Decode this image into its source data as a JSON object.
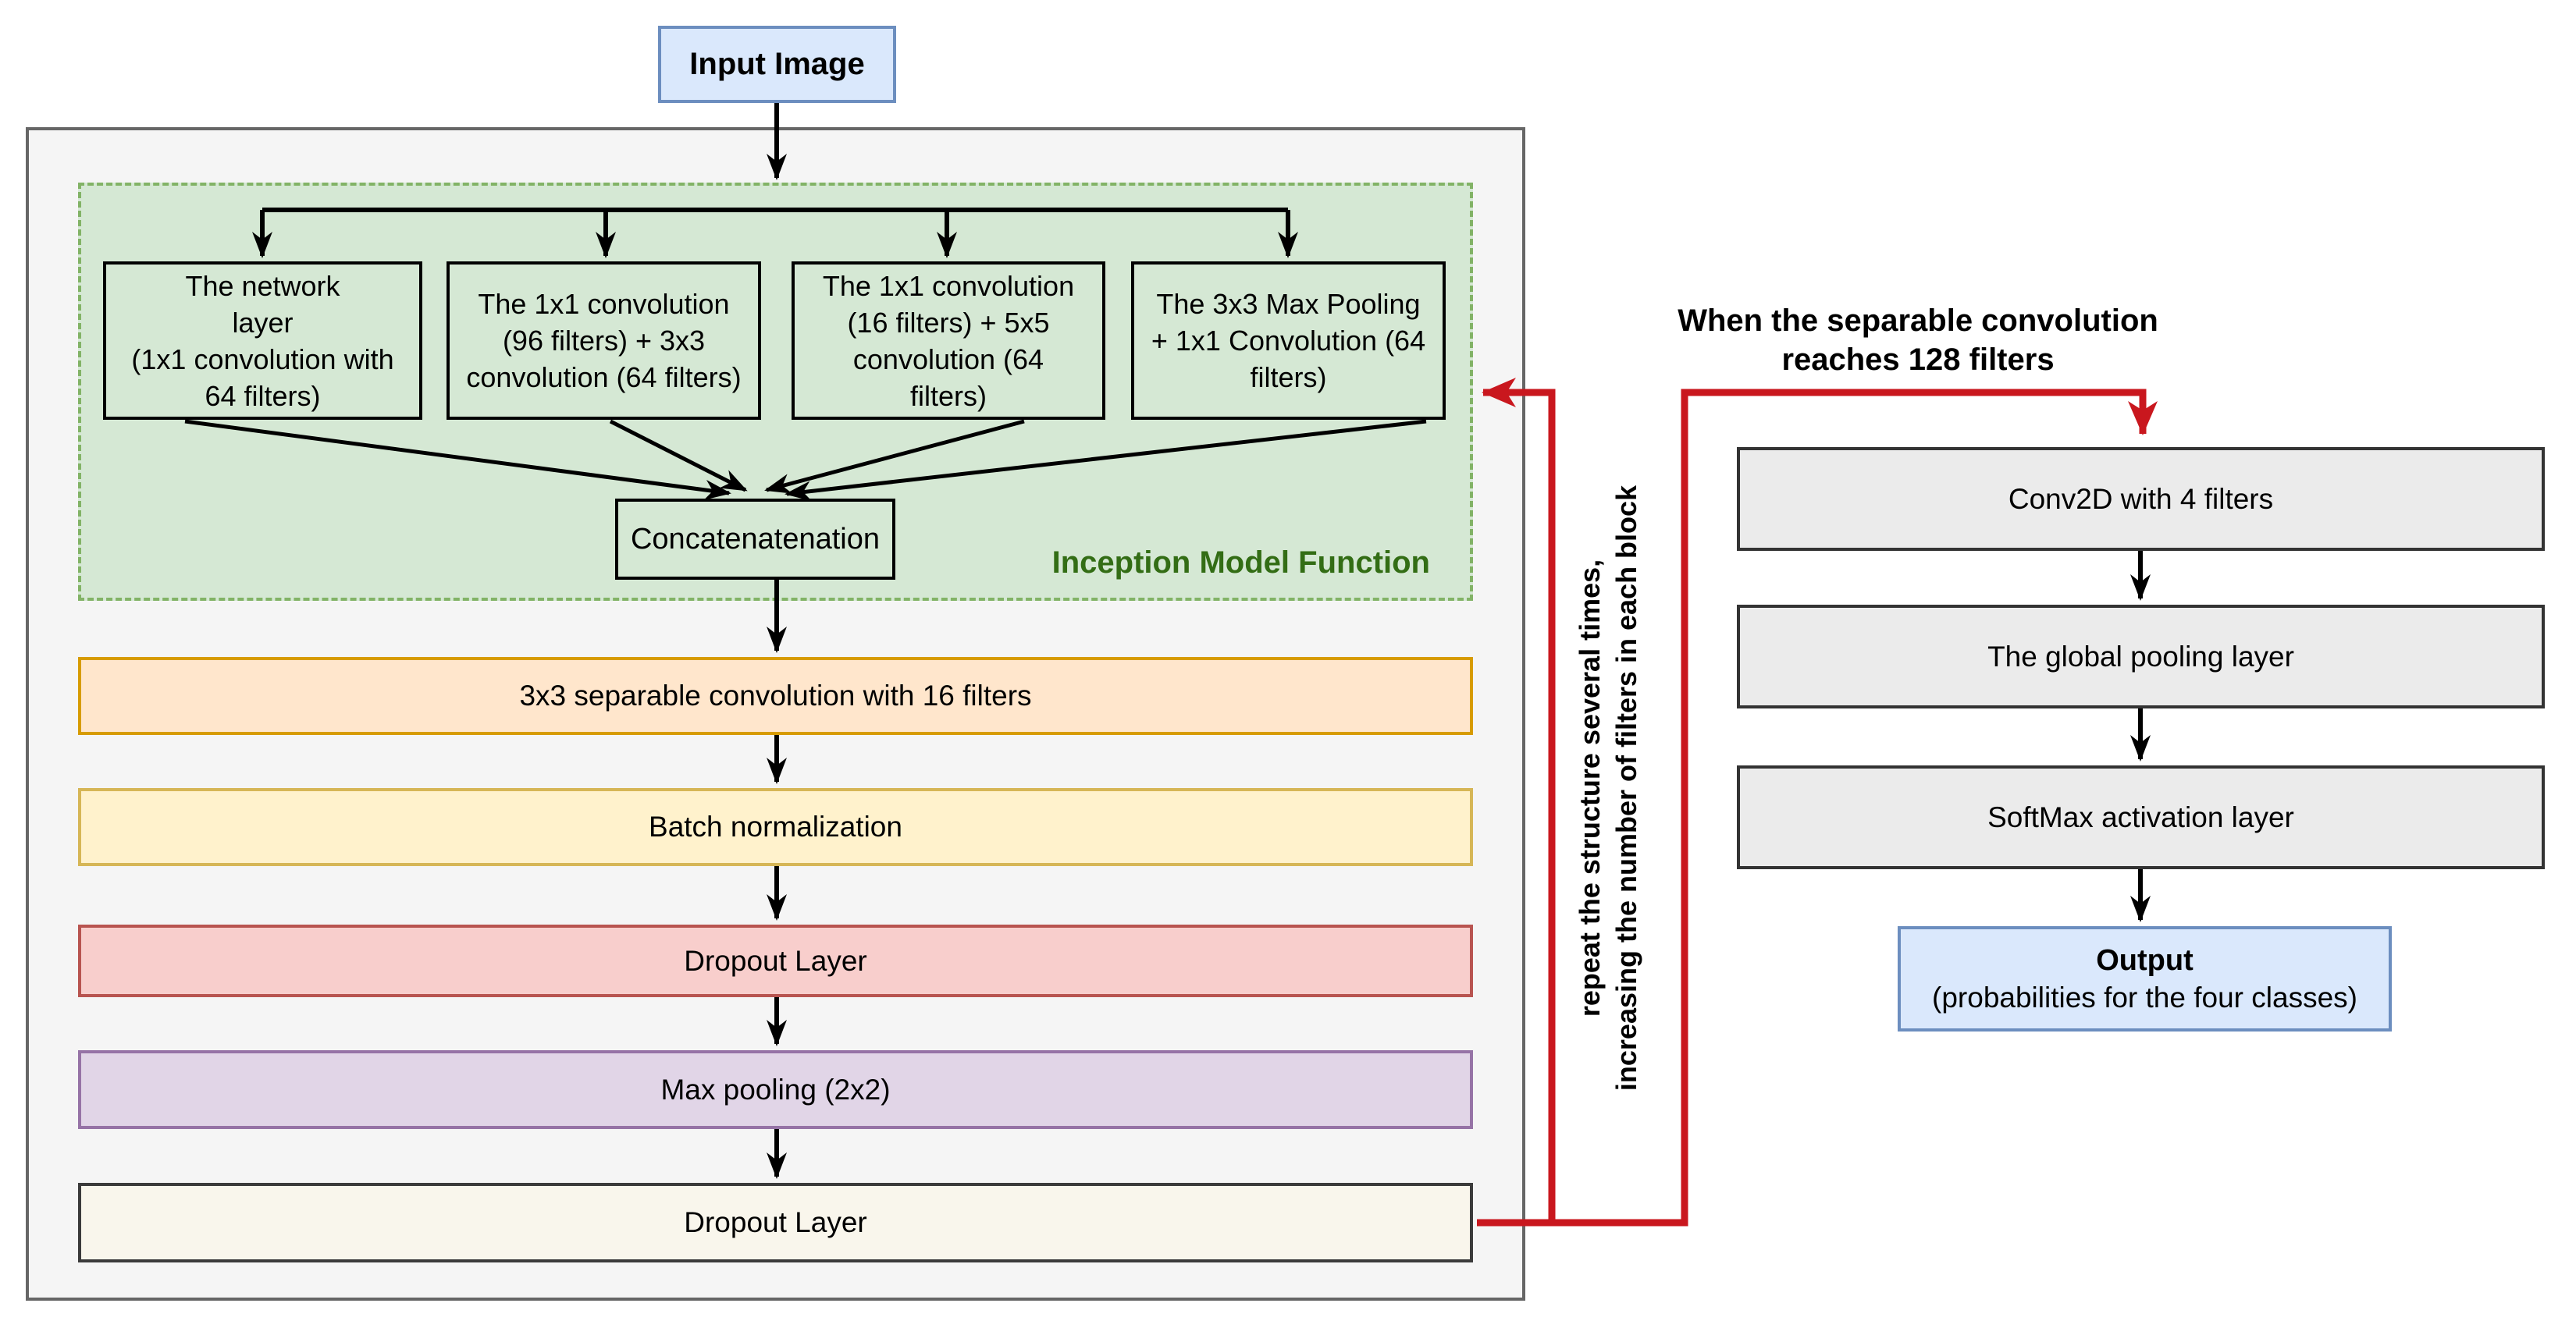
{
  "diagram": {
    "input_label": "Input Image",
    "inception": {
      "label": "Inception Model Function",
      "branches": [
        "The network\nlayer\n(1x1 convolution with\n64 filters)",
        "The 1x1 convolution\n(96 filters) + 3x3\nconvolution (64 filters)",
        "The 1x1 convolution\n(16 filters) + 5x5\nconvolution (64\nfilters)",
        "The 3x3 Max Pooling\n+ 1x1 Convolution (64\nfilters)"
      ],
      "concat_label": "Concatenatenation"
    },
    "backbone_layers": [
      {
        "label": "3x3 separable convolution with 16 filters",
        "fill": "#ffe6cc",
        "border": "#d79b00"
      },
      {
        "label": "Batch normalization",
        "fill": "#fff2cc",
        "border": "#d6b656"
      },
      {
        "label": "Dropout Layer",
        "fill": "#f8cecc",
        "border": "#b85450"
      },
      {
        "label": "Max pooling (2x2)",
        "fill": "#e1d5e7",
        "border": "#9673a6"
      },
      {
        "label": "Dropout Layer",
        "fill": "#f9f6ec",
        "border": "#3b3b3b"
      }
    ],
    "loop_note": "repeat the structure several times,\nincreasing the number of filters in each block",
    "condition_note": "When the separable convolution\nreaches 128 filters",
    "head_layers": [
      {
        "label": "Conv2D with 4 filters"
      },
      {
        "label": "The global pooling layer"
      },
      {
        "label": "SoftMax activation layer"
      }
    ],
    "output": {
      "title": "Output",
      "subtitle": "(probabilities for the four classes)"
    },
    "colors": {
      "input_fill": "#dae8fc",
      "input_border": "#6c8ebf",
      "container_fill": "#f5f5f5",
      "container_border": "#666666",
      "inception_fill": "#d5e8d4",
      "inception_border": "#82b366",
      "inception_label_color": "#336d15",
      "head_fill": "#ebebeb",
      "head_border": "#333333",
      "output_fill": "#dae8fc",
      "output_border": "#6c8ebf",
      "black_arrow": "#000000",
      "red_arrow": "#c9171e"
    }
  }
}
